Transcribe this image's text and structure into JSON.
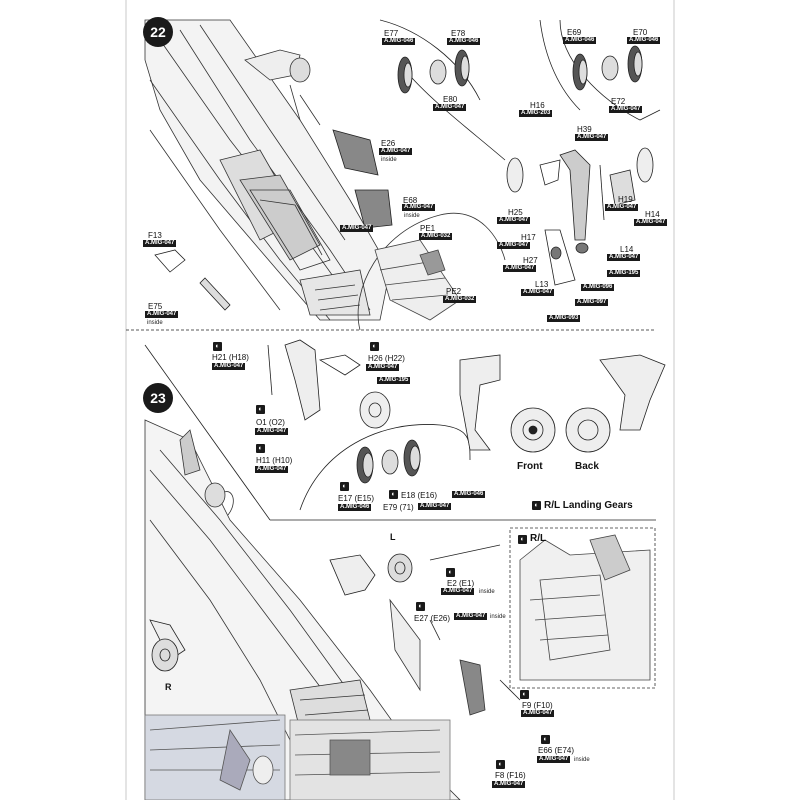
{
  "steps": {
    "s22": "22",
    "s23": "23"
  },
  "parts": {
    "e77": "E77",
    "e78": "E78",
    "e80": "E80",
    "e69": "E69",
    "e70": "E70",
    "e72": "E72",
    "h16": "H16",
    "h39": "H39",
    "e26": "E26",
    "e68": "E68",
    "h25": "H25",
    "h17": "H17",
    "h27": "H27",
    "l13": "L13",
    "h19": "H19",
    "h14": "H14",
    "l14": "L14",
    "f13": "F13",
    "e75": "E75",
    "pe1": "PE1",
    "pe2": "PE2",
    "h21": "H21 (H18)",
    "h26": "H26 (H22)",
    "o1": "O1 (O2)",
    "h11": "H11 (H10)",
    "e17": "E17 (E15)",
    "e18": "E18 (E16)",
    "e79": "E79 (71)",
    "e2": "E2 (E1)",
    "e27": "E27 (E26)",
    "f9": "F9 (F10)",
    "e66": "E66 (E74)",
    "f8": "F8 (F16)"
  },
  "refs": {
    "mig046": "A.MIG-046",
    "mig047": "A.MIG-047",
    "mig032": "A.MIG-032",
    "mig195": "A.MIG-195",
    "mig096": "A.MIG-096",
    "mig097": "A.MIG-097",
    "mig093": "A.MIG-093",
    "mig203": "A.MIG-203"
  },
  "notes": {
    "inside": "inside"
  },
  "captions": {
    "front": "Front",
    "back": "Back",
    "rl_gears": "R/L Landing Gears",
    "rl": "R/L",
    "l": "L",
    "r": "R"
  }
}
